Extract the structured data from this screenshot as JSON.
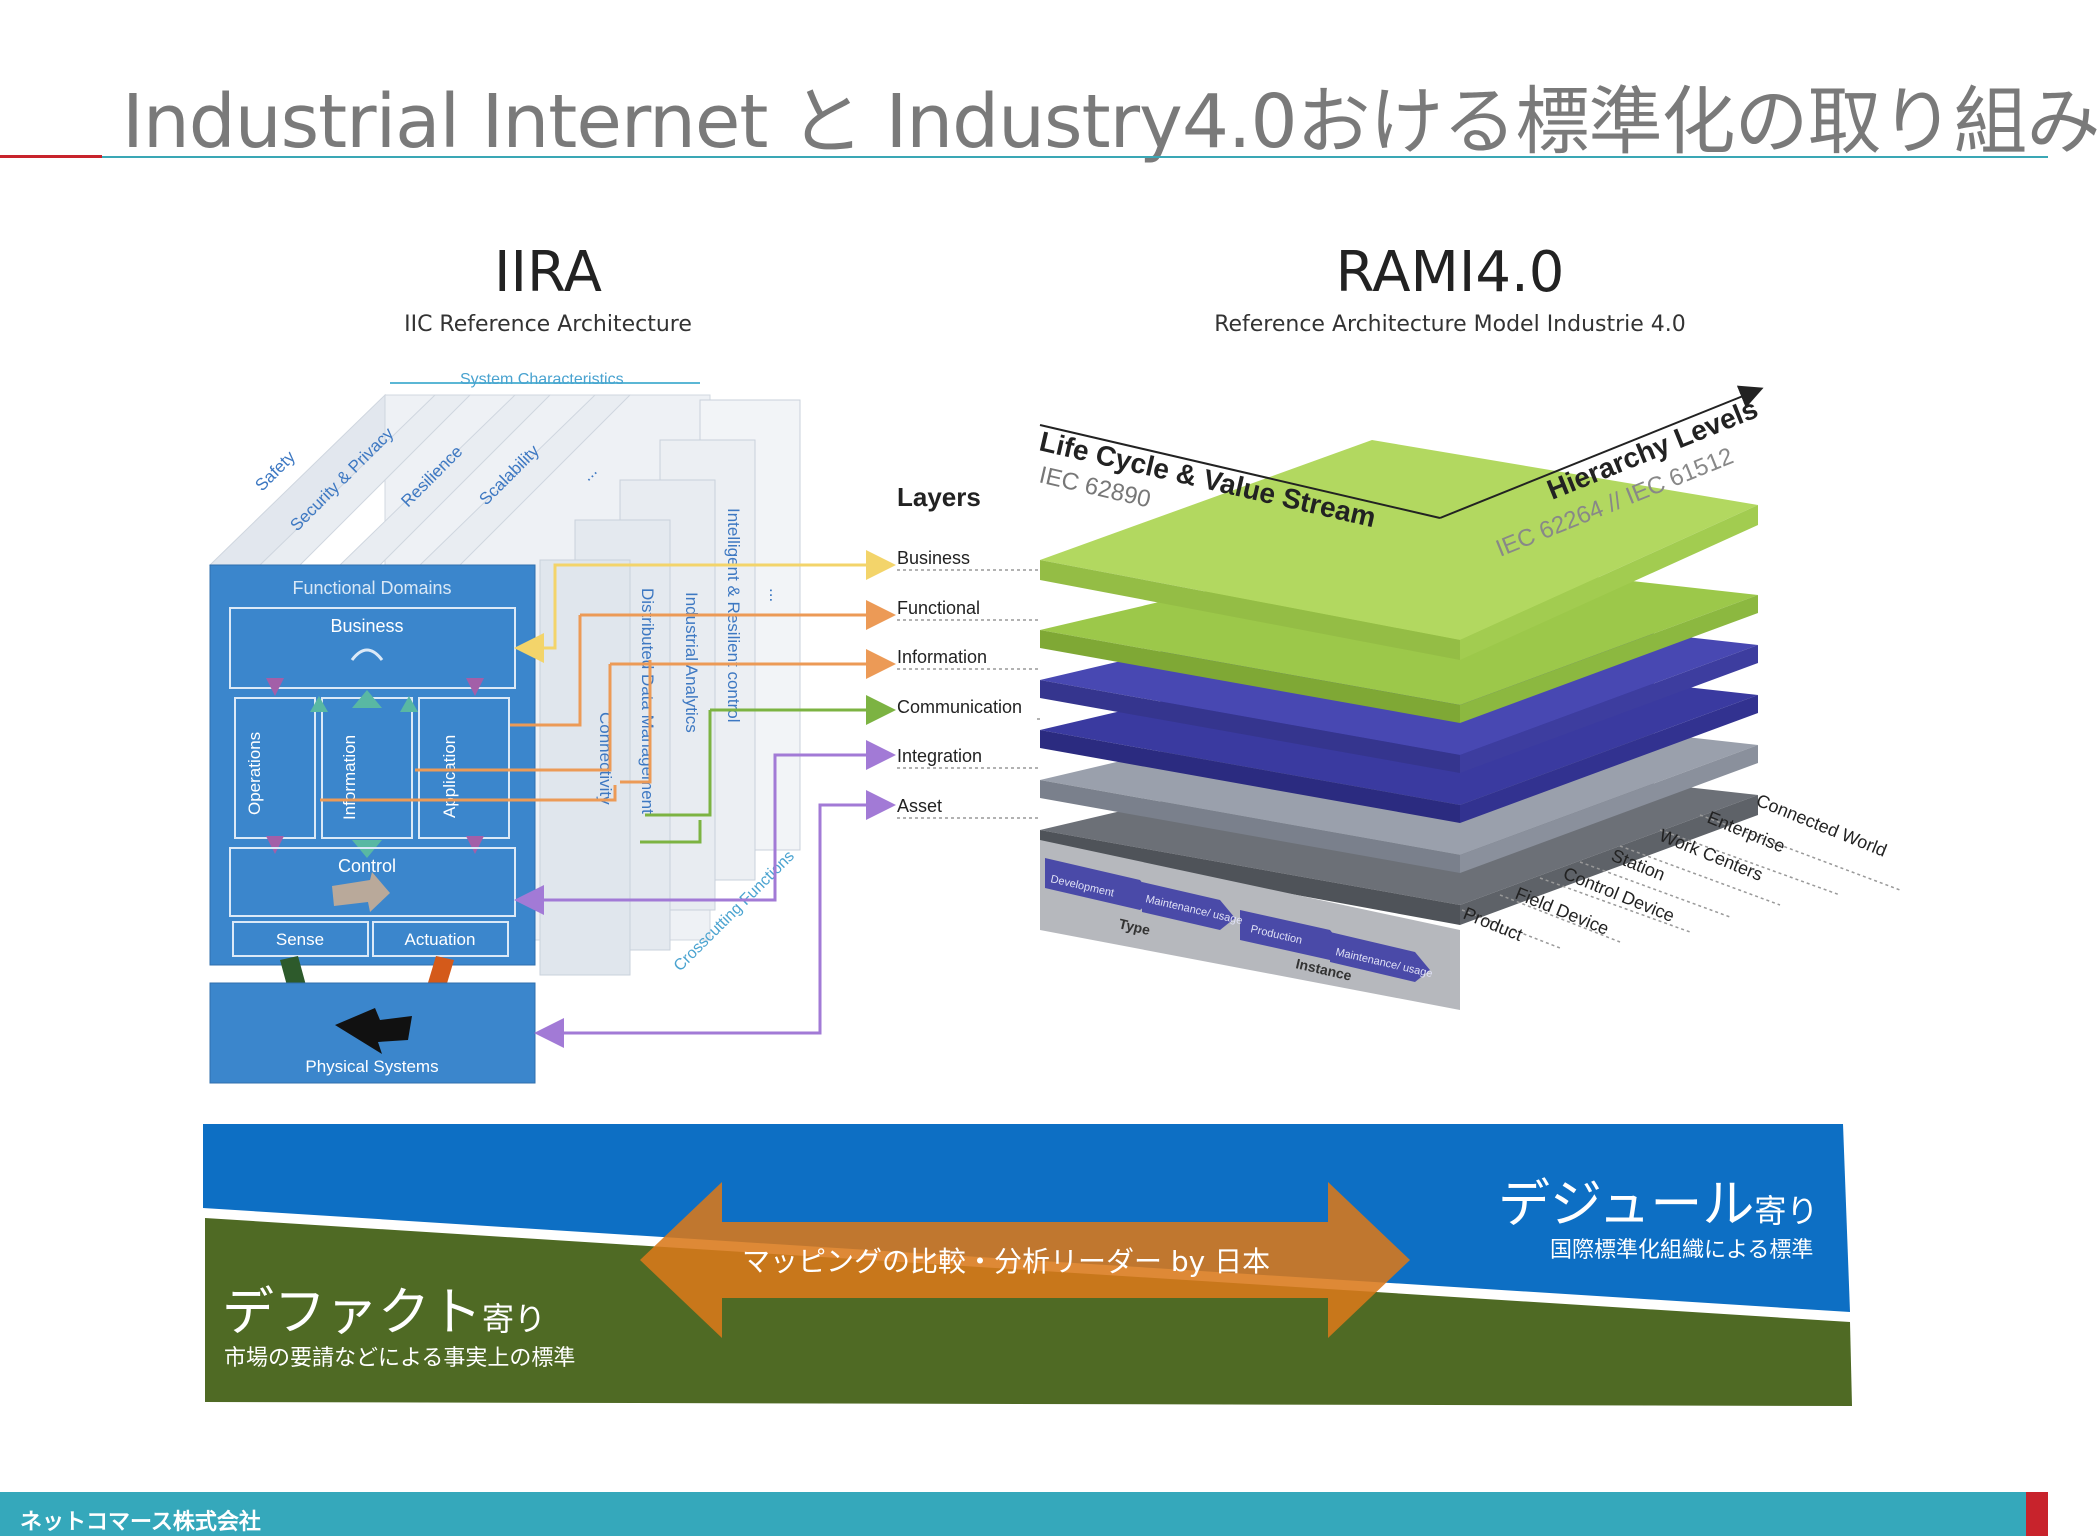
{
  "header": {
    "title": "Industrial Internet と Industry4.0おける標準化の取り組み"
  },
  "iira": {
    "title": "IIRA",
    "subtitle": "IIC Reference Architecture",
    "system_characteristics": "System Characteristics",
    "characteristics": [
      "Safety",
      "Security & Privacy",
      "Resilience",
      "Scalability",
      "..."
    ],
    "functional_domains": "Functional Domains",
    "business": "Business",
    "operations": "Operations",
    "information": "Information",
    "application": "Application",
    "control": "Control",
    "sense": "Sense",
    "actuation": "Actuation",
    "physical_systems": "Physical Systems",
    "crosscutting_functions": "Crosscutting Functions",
    "crosscutting": [
      "Connectivity",
      "Distributed Data Management",
      "Industrial Analytics",
      "Intelligent & Resilient control",
      "..."
    ]
  },
  "rami": {
    "title": "RAMI4.0",
    "subtitle": "Reference Architecture Model Industrie 4.0",
    "layers_title": "Layers",
    "layers": [
      "Business",
      "Functional",
      "Information",
      "Communication",
      "Integration",
      "Asset"
    ],
    "life_cycle": "Life Cycle & Value Stream",
    "life_cycle_std": "IEC 62890",
    "hierarchy": "Hierarchy Levels",
    "hierarchy_std": "IEC 62264 // IEC 61512",
    "hierarchy_items": [
      "Connected World",
      "Enterprise",
      "Work Centers",
      "Station",
      "Control Device",
      "Field Device",
      "Product"
    ],
    "lifecycle_items": [
      "Development",
      "Maintenance/ usage",
      "Production",
      "Maintenance/ usage"
    ],
    "type": "Type",
    "instance": "Instance"
  },
  "band": {
    "dejure_main": "デジュール",
    "dejure_suffix": "寄り",
    "dejure_sub": "国際標準化組織による標準",
    "defacto_main": "デファクト",
    "defacto_suffix": "寄り",
    "defacto_sub": "市場の要請などによる事実上の標準",
    "arrow_text": "マッピングの比較・分析リーダー by 日本"
  },
  "footer": {
    "company": "ネットコマース株式会社"
  },
  "colors": {
    "blue_band": "#0d6fc4",
    "green_band": "#4f6a24",
    "arrow": "#d9791a",
    "teal_rule": "#3aa7b5",
    "red_accent": "#c8232c"
  }
}
